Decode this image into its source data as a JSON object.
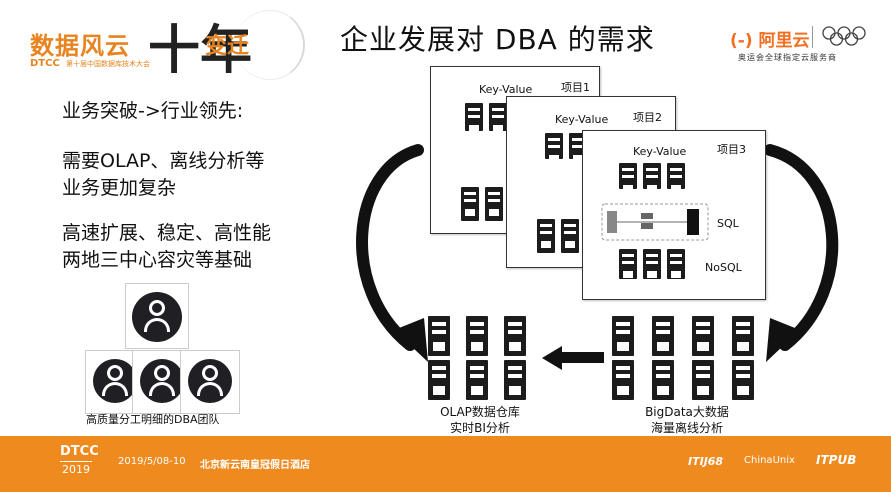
{
  "header": {
    "logo_cn": "数据风云",
    "logo_ten": "十年",
    "logo_change": "变迁",
    "logo_en": "DTCC",
    "logo_sub": "第十届中国数据库技术大会",
    "title": "企业发展对 DBA 的需求",
    "sponsor_brand": "(-) 阿里云",
    "sponsor_text": "奥运会全球指定云服务商"
  },
  "left": {
    "line1": "业务突破->行业领先:",
    "line2a": "需要OLAP、离线分析等",
    "line2b": "业务更加复杂",
    "line3a": "高速扩展、稳定、高性能",
    "line3b": "两地三中心容灾等基础",
    "team_label": "高质量分工明细的DBA团队"
  },
  "cards": [
    {
      "kv": "Key-Value",
      "project": "项目1"
    },
    {
      "kv": "Key-Value",
      "project": "项目2"
    },
    {
      "kv": "Key-Value",
      "project": "项目3",
      "sql": "SQL",
      "nosql": "NoSQL"
    }
  ],
  "bottom": {
    "olap_line1": "OLAP数据仓库",
    "olap_line2": "实时BI分析",
    "bigdata_line1": "BigData大数据",
    "bigdata_line2": "海量离线分析"
  },
  "footer": {
    "dtcc": "DTCC",
    "year": "2019",
    "date": "2019/5/08-10",
    "venue": "北京新云南皇冠假日酒店",
    "logo1": "ITIJ68",
    "logo2": "ChinaUnix",
    "logo3": "ITPUB"
  },
  "colors": {
    "accent": "#ef8a1f",
    "aliyun": "#f26f21",
    "dark": "#1c1c1c"
  }
}
